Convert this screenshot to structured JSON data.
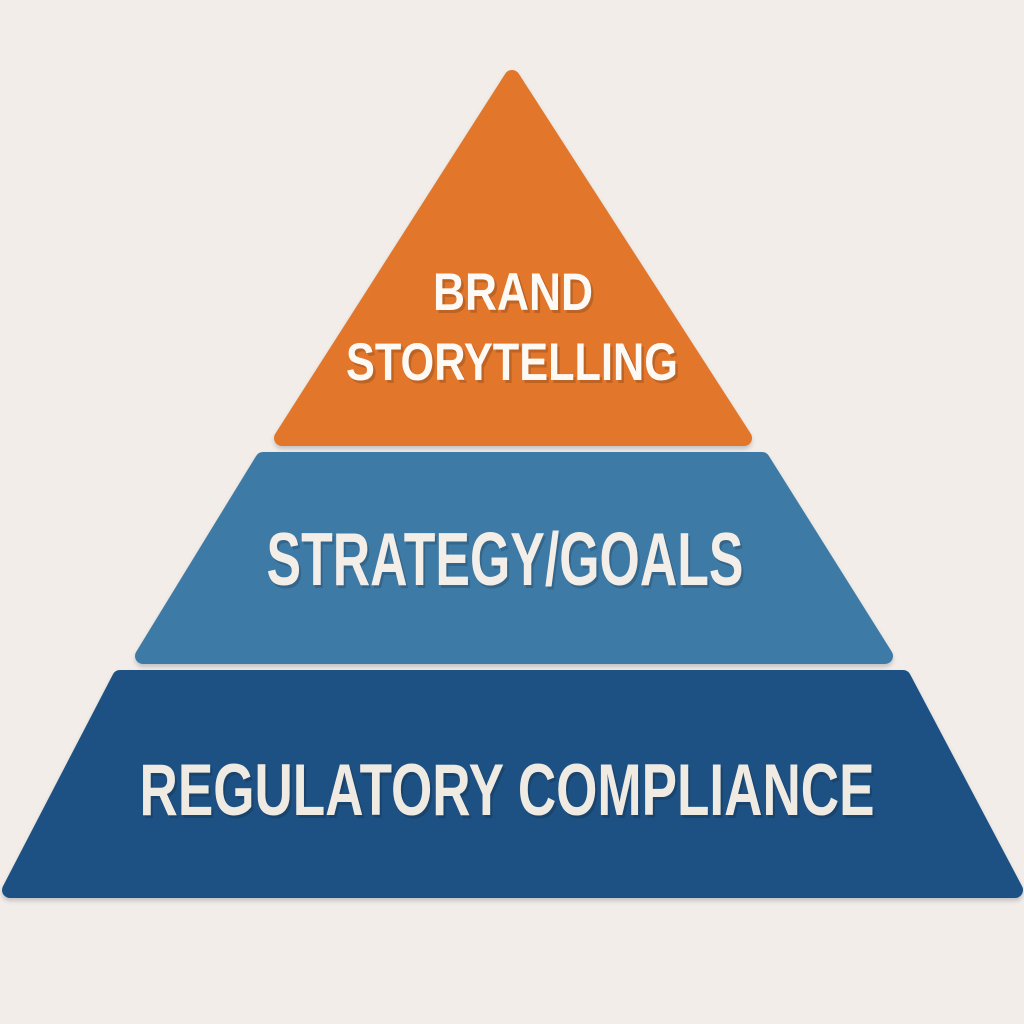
{
  "diagram": {
    "type": "pyramid",
    "background_color": "#F2EDE8",
    "levels": [
      {
        "id": "brand-storytelling",
        "position": "top",
        "label": "BRAND STORYTELLING",
        "lines": [
          "BRAND",
          "STORYTELLING"
        ],
        "color": "#E2762B",
        "text_color": "#FDFAF5"
      },
      {
        "id": "strategy-goals",
        "position": "middle",
        "label": "STRATEGY/GOALS",
        "lines": [
          "STRATEGY/GOALS"
        ],
        "color": "#3E7AA6",
        "text_color": "#F3EFE8"
      },
      {
        "id": "regulatory-compliance",
        "position": "bottom",
        "label": "REGULATORY COMPLIANCE",
        "lines": [
          "REGULATORY COMPLIANCE"
        ],
        "color": "#1E5183",
        "text_color": "#F0EBE2"
      }
    ]
  }
}
